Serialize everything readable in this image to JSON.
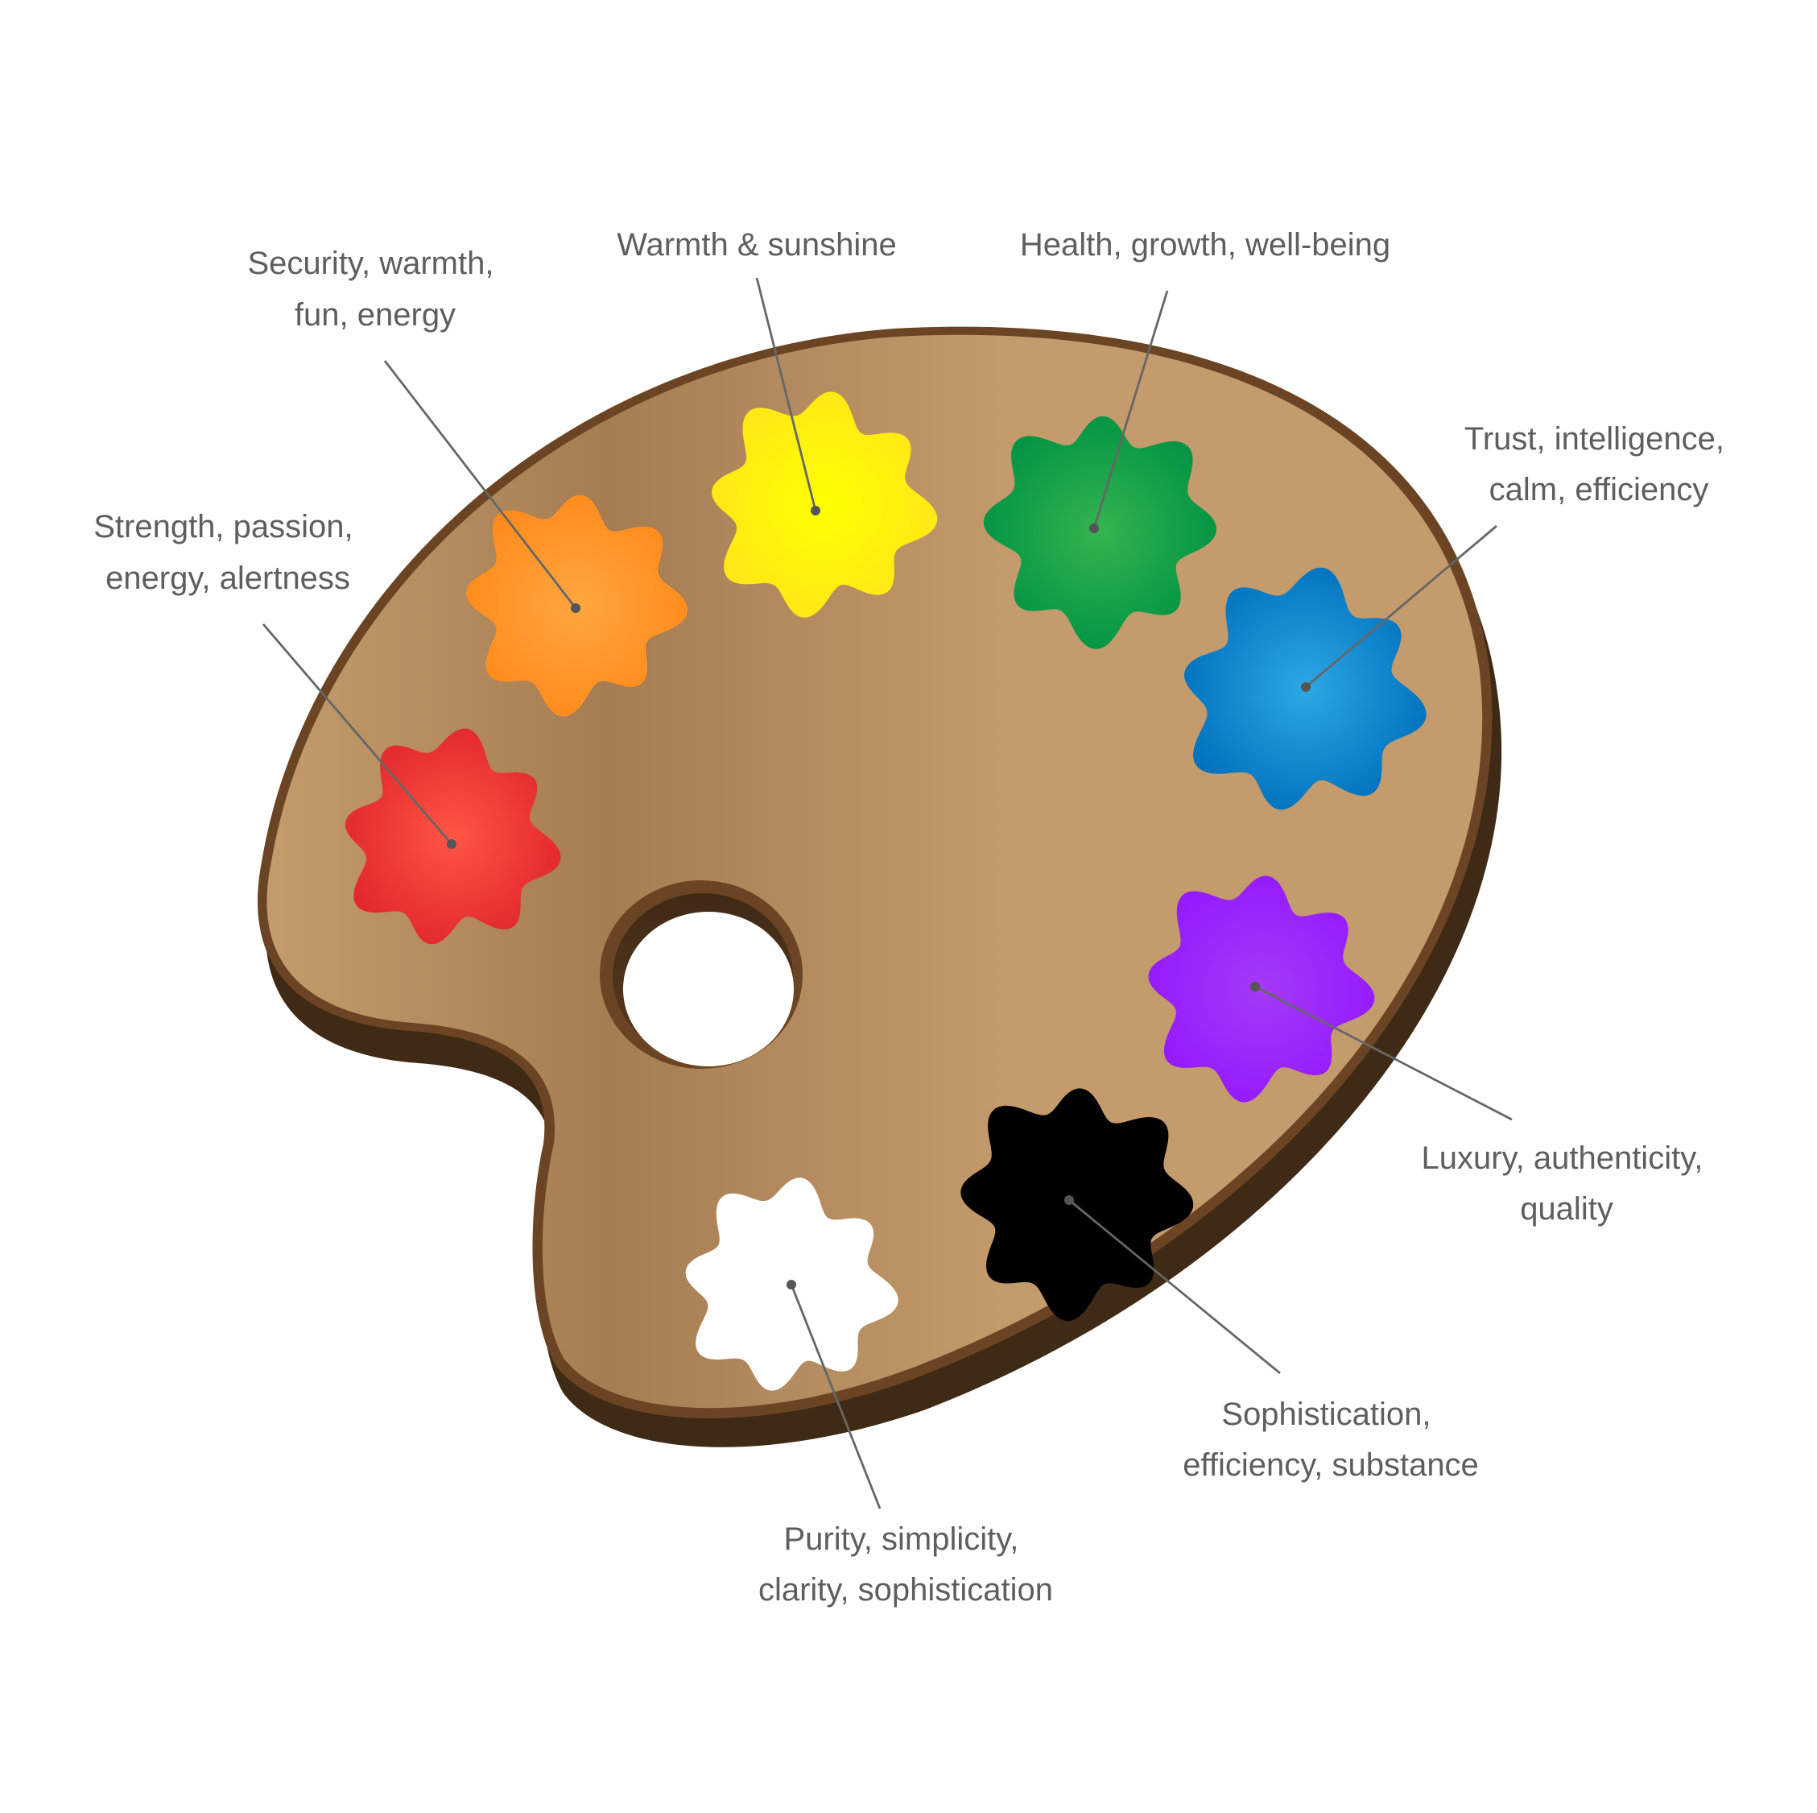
{
  "palette": {
    "wood_light": "#C49B6C",
    "wood_dark": "#A67D52",
    "rim": "#6B4423",
    "edge": "#3F2A16"
  },
  "blobs": [
    {
      "id": "red",
      "color_name": "red",
      "fill": "#E1262C",
      "highlight": "#FF5545"
    },
    {
      "id": "orange",
      "color_name": "orange",
      "fill": "#FF8A19",
      "highlight": "#FFA540"
    },
    {
      "id": "yellow",
      "color_name": "yellow",
      "fill": "#FFE619",
      "highlight": "#FFFF00"
    },
    {
      "id": "green",
      "color_name": "green",
      "fill": "#009243",
      "highlight": "#34B54F"
    },
    {
      "id": "blue",
      "color_name": "blue",
      "fill": "#0070BD",
      "highlight": "#2CA8E4"
    },
    {
      "id": "purple",
      "color_name": "purple",
      "fill": "#9319FF",
      "highlight": "#A63AF6"
    },
    {
      "id": "black",
      "color_name": "black",
      "fill": "#000000",
      "highlight": "#000000"
    },
    {
      "id": "white",
      "color_name": "white",
      "fill": "#FFFFFF",
      "highlight": "#FFFFFF"
    }
  ],
  "labels": {
    "red": {
      "lines": [
        "Strength, passion,",
        "energy, alertness"
      ]
    },
    "orange": {
      "lines": [
        "Security, warmth,",
        "fun, energy"
      ]
    },
    "yellow": {
      "lines": [
        "Warmth & sunshine"
      ]
    },
    "green": {
      "lines": [
        "Health, growth, well-being"
      ]
    },
    "blue": {
      "lines": [
        "Trust, intelligence,",
        "calm, efficiency"
      ]
    },
    "purple": {
      "lines": [
        "Luxury, authenticity,",
        "quality"
      ]
    },
    "black": {
      "lines": [
        "Sophistication,",
        "efficiency, substance"
      ]
    },
    "white": {
      "lines": [
        "Purity, simplicity,",
        "clarity, sophistication"
      ]
    }
  }
}
